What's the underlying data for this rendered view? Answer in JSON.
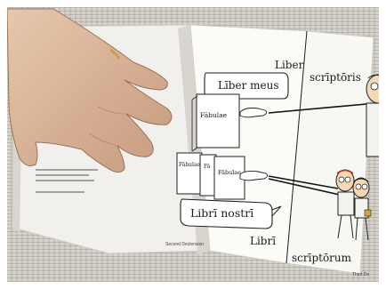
{
  "page": {
    "top_right_title_word1": "Liber",
    "top_right_title_word2": "scrīptōris",
    "top_bubble": "Līber meus",
    "top_book_label": "Fābulae",
    "bottom_book_labels": [
      "Fābulae",
      "Fā",
      "Fābulae"
    ],
    "bottom_bubble": "Librī nostrī",
    "bottom_right_title_word1": "Librī",
    "bottom_right_title_word2": "scrīptōrum",
    "footer_left": "Second Declension",
    "footer_right": "Third De"
  }
}
